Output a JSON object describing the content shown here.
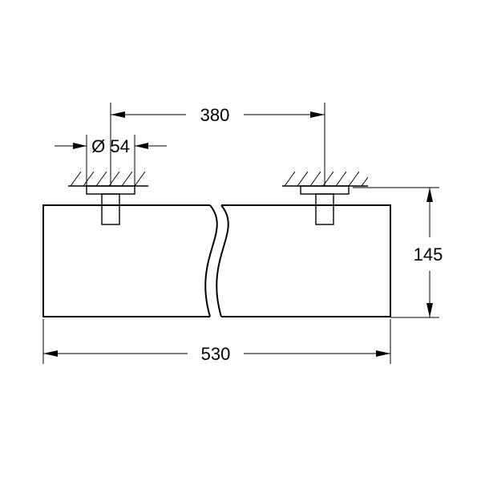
{
  "dimensions": {
    "bracket_spacing": "380",
    "mount_diameter": "Ø 54",
    "shelf_depth": "145",
    "shelf_length": "530"
  }
}
